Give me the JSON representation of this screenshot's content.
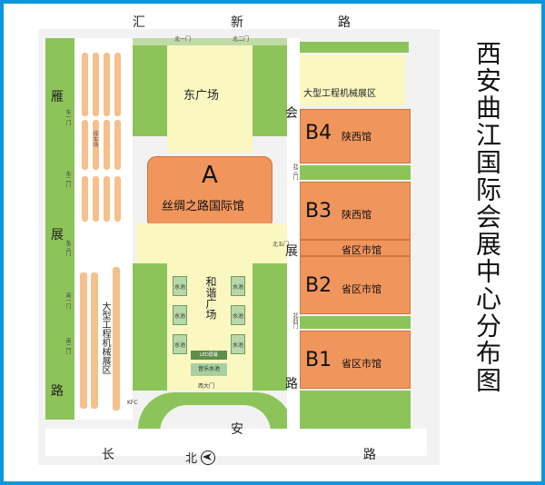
{
  "title": "西安曲江国际会展中心分布图",
  "roads": {
    "north": [
      "汇",
      "新",
      "路"
    ],
    "west": [
      "雁",
      "展",
      "路"
    ],
    "south": [
      "长",
      "安",
      "路"
    ],
    "east": [
      "会",
      "展",
      "路"
    ]
  },
  "compass": {
    "label": "北"
  },
  "halls": {
    "a": {
      "letter": "A",
      "name": "丝绸之路国际馆"
    },
    "b4": {
      "letter": "B4",
      "name": "陕西馆"
    },
    "b3": {
      "letter": "B3",
      "name": "陕西馆"
    },
    "b3_sub": "省区市馆",
    "b2": {
      "letter": "B2",
      "name": "省区市馆"
    },
    "b1": {
      "letter": "B1",
      "name": "省区市馆"
    }
  },
  "areas": {
    "east_square": "东广场",
    "harmony_square": "和谐广场",
    "machinery_top": "大型工程机械展区",
    "machinery_west": "大型工程机械展区",
    "kfc": "KFC",
    "fountain": "音乐水池",
    "stage": "LED屏幕",
    "parking_small": "停车场",
    "west_gate": "西大门",
    "pool_label": "水池"
  },
  "gates": {
    "east1": "东一门",
    "east2": "东二门",
    "east3": "东三门",
    "north1": "北一门",
    "north2": "北二门",
    "north3": "北三门",
    "north4": "北四门",
    "north5": "北五门",
    "south1": "南一门",
    "south2": "南二门"
  },
  "colors": {
    "frame": "#0a97dc",
    "green": "#8dc45a",
    "hall": "#f0955c",
    "square": "#fbf7c1",
    "parking": "#f6c08a"
  }
}
